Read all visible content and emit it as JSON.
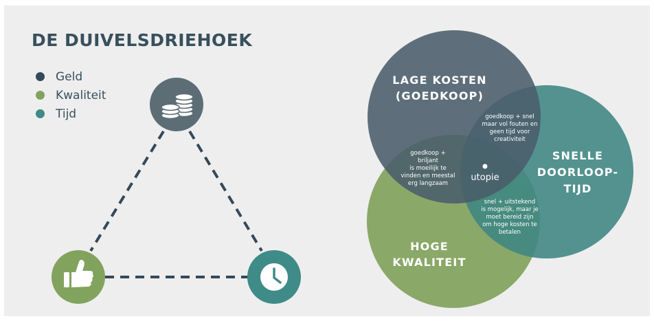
{
  "title": "DE DUIVELSDRIEHOEK",
  "legend": [
    {
      "label": "Geld",
      "color": "#34495a"
    },
    {
      "label": "Kwaliteit",
      "color": "#82a35e"
    },
    {
      "label": "Tijd",
      "color": "#3e8b87"
    }
  ],
  "triangle": {
    "nodes": {
      "top": {
        "icon": "coins-icon",
        "color": "#5d6d76"
      },
      "left": {
        "icon": "thumbs-up-icon",
        "color": "#82a35e"
      },
      "right": {
        "icon": "clock-icon",
        "color": "#3e8b87"
      }
    },
    "line_color": "#34495a"
  },
  "venn": {
    "circles": {
      "cost": {
        "line1": "LAGE KOSTEN",
        "line2": "(GOEDKOOP)",
        "color": "#4a5d6b"
      },
      "speed": {
        "line1": "SNELLE",
        "line2": "DOORLOOP-",
        "line3": "TIJD",
        "color": "#3e8582"
      },
      "quality": {
        "line1": "HOGE",
        "line2": "KWALITEIT",
        "color": "#82a35e"
      }
    },
    "overlaps": {
      "cost_speed": [
        "goedkoop + snel",
        "maar vol fouten en",
        "geen tijd voor",
        "creativiteit"
      ],
      "cost_quality": [
        "goedkoop +",
        "briljant",
        "is moeilijk te",
        "vinden en meestal",
        "erg langzaam"
      ],
      "speed_quality": [
        "snel + uitstekend",
        "is mogelijk, maar je",
        "moet bereid zijn",
        "om hoge kosten te",
        "betalen"
      ]
    },
    "center_label": "utopie"
  }
}
